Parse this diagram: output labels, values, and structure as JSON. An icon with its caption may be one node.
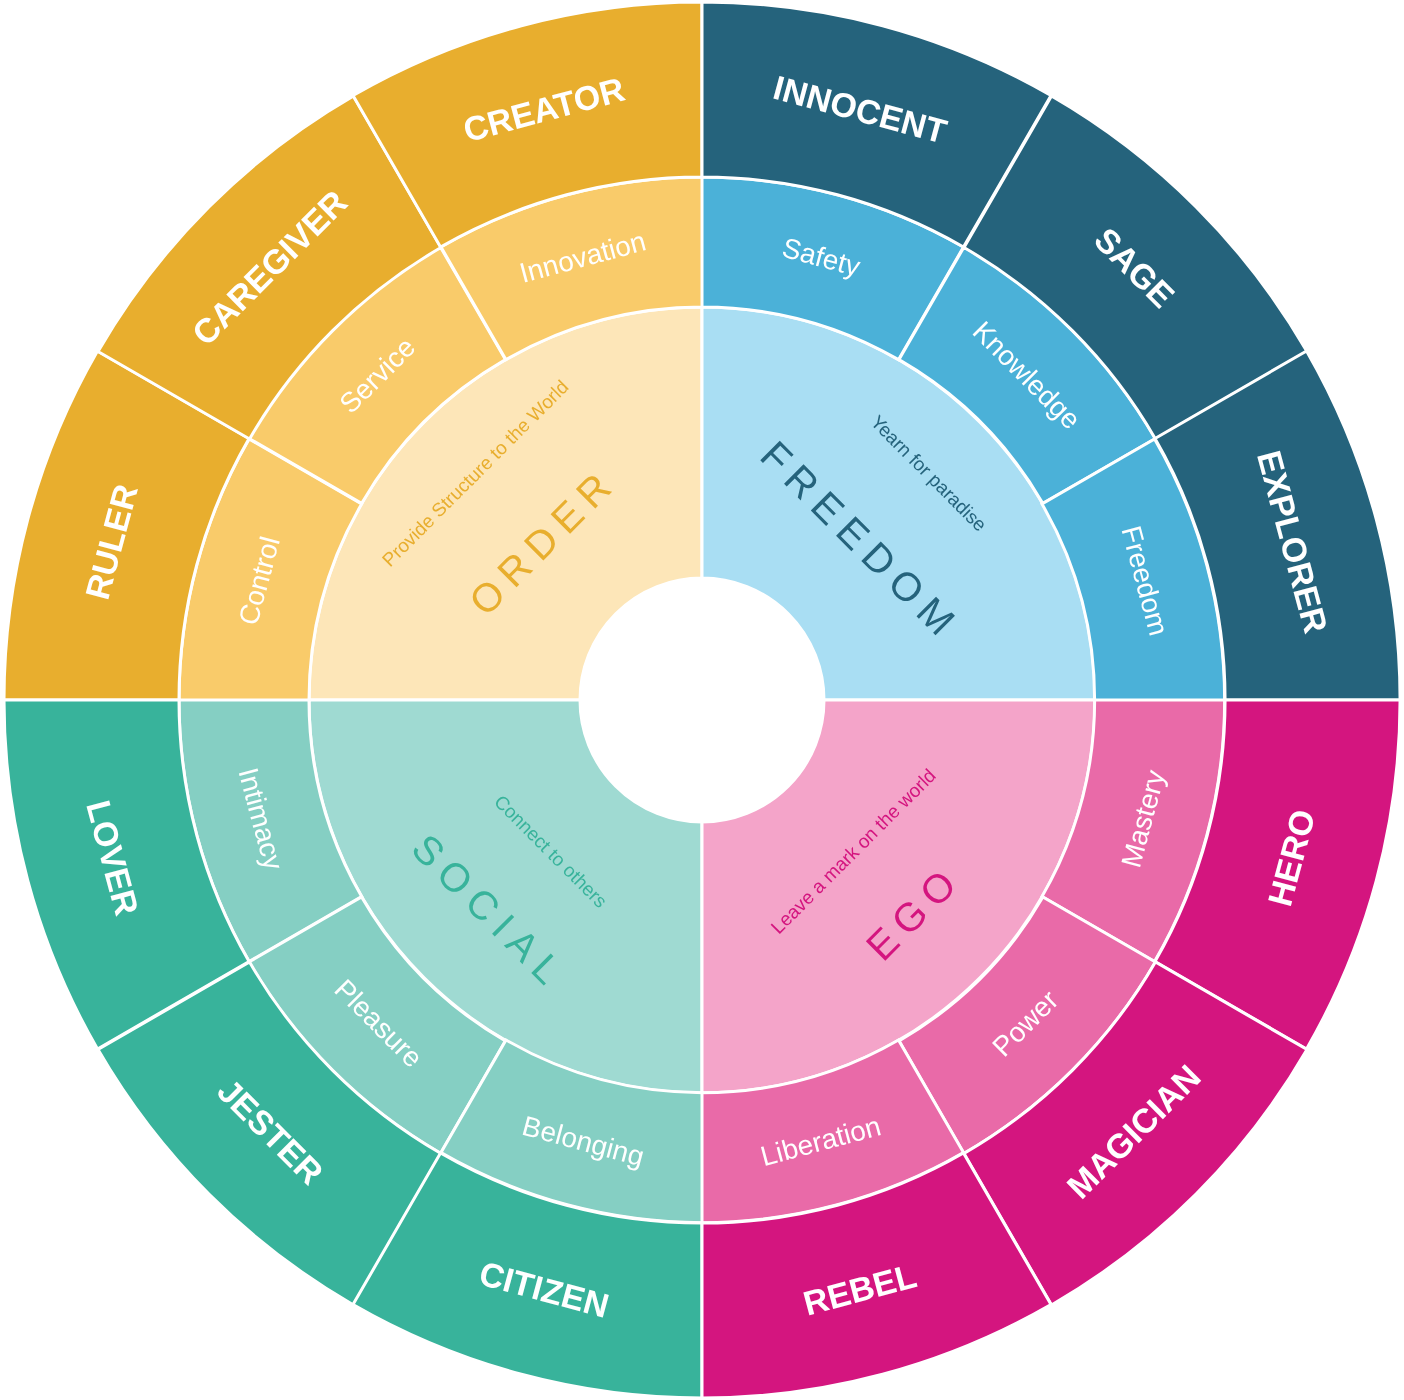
{
  "diagram": {
    "nodes": [
      {
        "text": [
          "ORDER",
          "Provide Structure to the World"
        ]
      },
      {
        "text": [
          "FREEDOM",
          "Yearn for paradise"
        ]
      },
      {
        "text": [
          "SOCIAL",
          "Connect to others"
        ]
      },
      {
        "text": [
          "EGO",
          "Leave a mark on the world"
        ]
      },
      {
        "text": [
          "Control"
        ]
      },
      {
        "text": [
          "Service"
        ]
      },
      {
        "text": [
          "Innovation"
        ]
      },
      {
        "text": [
          "Safety"
        ]
      },
      {
        "text": [
          "Knowledge"
        ]
      },
      {
        "text": [
          "Freedom"
        ]
      },
      {
        "text": [
          "Intimacy"
        ]
      },
      {
        "text": [
          "Pleasure"
        ]
      },
      {
        "text": [
          "Belonging"
        ]
      },
      {
        "text": [
          "Mastery"
        ]
      },
      {
        "text": [
          "Power"
        ]
      },
      {
        "text": [
          "Liberation"
        ]
      },
      {
        "text": [
          "RULER"
        ]
      },
      {
        "text": [
          "CAREGIVER"
        ]
      },
      {
        "text": [
          "CREATOR"
        ]
      },
      {
        "text": [
          "INNOCENT"
        ]
      },
      {
        "text": [
          "SAGE"
        ]
      },
      {
        "text": [
          "EXPLORER"
        ]
      },
      {
        "text": [
          "LOVER"
        ]
      },
      {
        "text": [
          "JESTER"
        ]
      },
      {
        "text": [
          "CITIZEN"
        ]
      },
      {
        "text": [
          "HERO"
        ]
      },
      {
        "text": [
          "MAGICIAN"
        ]
      },
      {
        "text": [
          "REBEL"
        ]
      }
    ]
  }
}
